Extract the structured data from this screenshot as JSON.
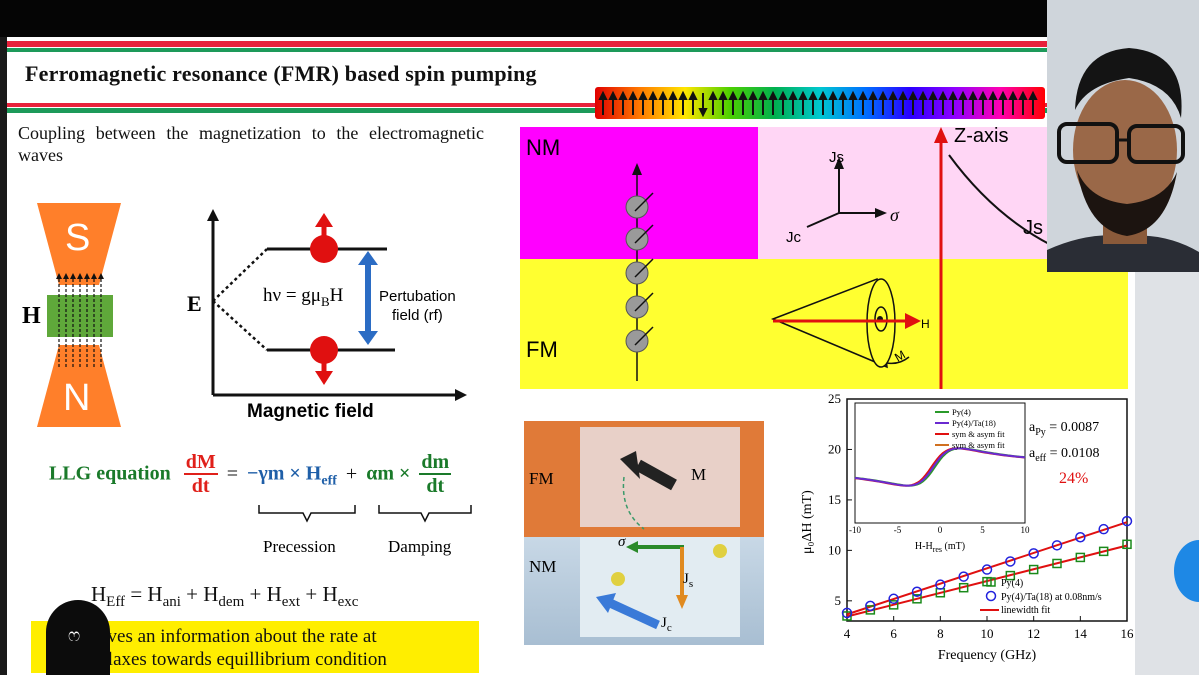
{
  "slide": {
    "title": "Ferromagnetic resonance (FMR) based spin pumping",
    "coupling_text": "Coupling between the magnetization to the electromagnetic waves",
    "magnet": {
      "top": "S",
      "bottom": "N",
      "field": "H"
    },
    "energy_diagram": {
      "y_label": "E",
      "x_label": "Magnetic field",
      "equation": "hν = gμ",
      "equation_sub": "B",
      "equation_tail": "H",
      "pert_line1": "Pertubation",
      "pert_line2": "field (rf)"
    },
    "llg": {
      "label": "LLG equation",
      "dM_num": "dM",
      "dM_den": "dt",
      "eq": "=",
      "term1": "−γm × H",
      "term1_sub": "eff",
      "plus": "+",
      "term2": "αm ×",
      "dm_num": "dm",
      "dm_den": "dt",
      "precession": "Precession",
      "damping": "Damping"
    },
    "heff": {
      "lhs": "H",
      "lhs_sub": "Eff",
      "eq": "=",
      "t1": "H",
      "t1_sub": "ani",
      "t2": "H",
      "t2_sub": "dem",
      "t3": "H",
      "t3_sub": "ext",
      "t4": "H",
      "t4_sub": "exc",
      "plus": "+"
    },
    "note": {
      "line1": "ng gives an information about the rate at",
      "line2": "t relaxes towards equillibrium condition"
    },
    "bubble_label": "ෆ",
    "spin_diagram": {
      "nm": "NM",
      "fm": "FM",
      "js": "Js",
      "jc": "Jc",
      "sigma": "σ",
      "h": "H",
      "m": "M",
      "z_axis": "Z-axis",
      "js_right": "Js"
    },
    "device": {
      "fm": "FM",
      "nm": "NM",
      "m": "M",
      "sigma": "σ",
      "js": "J",
      "js_sub": "s",
      "jc": "J",
      "jc_sub": "c"
    },
    "colors": {
      "red_stripe": "#e8213b",
      "green_stripe": "#1d9a5a",
      "magenta": "#ff00ff",
      "pink": "#ffd6f5",
      "yellow": "#ffff30",
      "orange": "#ff7f2a",
      "magnet_green": "#5fa83a",
      "llg_green": "#1a7a2a",
      "llg_red": "#e0201a",
      "llg_blue": "#1f5fa8"
    }
  },
  "chart_data": {
    "type": "scatter",
    "xlabel": "Frequency (GHz)",
    "ylabel": "μ₀ΔH (mT)",
    "xlim": [
      4,
      16
    ],
    "ylim": [
      3,
      25
    ],
    "xticks": [
      "4",
      "6",
      "8",
      "10",
      "12",
      "14",
      "16"
    ],
    "yticks": [
      "5",
      "10",
      "15",
      "20",
      "25"
    ],
    "series": [
      {
        "name": "Py(4)",
        "marker": "square",
        "color": "#1a8a1a",
        "x": [
          4,
          5,
          6,
          7,
          8,
          9,
          10,
          11,
          12,
          13,
          14,
          15,
          16
        ],
        "y": [
          3.5,
          4.1,
          4.6,
          5.2,
          5.8,
          6.3,
          6.9,
          7.5,
          8.1,
          8.7,
          9.3,
          9.9,
          10.6
        ]
      },
      {
        "name": "Py(4)/Ta(18) at 0.08nm/s",
        "marker": "circle",
        "color": "#2222dd",
        "x": [
          4,
          5,
          6,
          7,
          8,
          9,
          10,
          11,
          12,
          13,
          14,
          15,
          16
        ],
        "y": [
          3.8,
          4.5,
          5.2,
          5.9,
          6.6,
          7.4,
          8.1,
          8.9,
          9.7,
          10.5,
          11.3,
          12.1,
          12.9
        ]
      }
    ],
    "fit_label": "linewidth fit",
    "annotations": {
      "a_py": "a",
      "a_py_sub": "Py",
      "a_py_val": "= 0.0087",
      "a_eff": "a",
      "a_eff_sub": "eff",
      "a_eff_val": "= 0.0108",
      "percent": "24%"
    },
    "inset": {
      "type": "line",
      "xlabel": "H-H",
      "xlabel_sub": "res",
      "xlabel_unit": "(mT)",
      "xlim": [
        -10,
        10
      ],
      "xticks": [
        "-10",
        "-5",
        "0",
        "5",
        "10"
      ],
      "legend": [
        "Py(4)",
        "Py(4)/Ta(18)",
        "sym & asym fit",
        "sym & asym fit"
      ]
    }
  }
}
